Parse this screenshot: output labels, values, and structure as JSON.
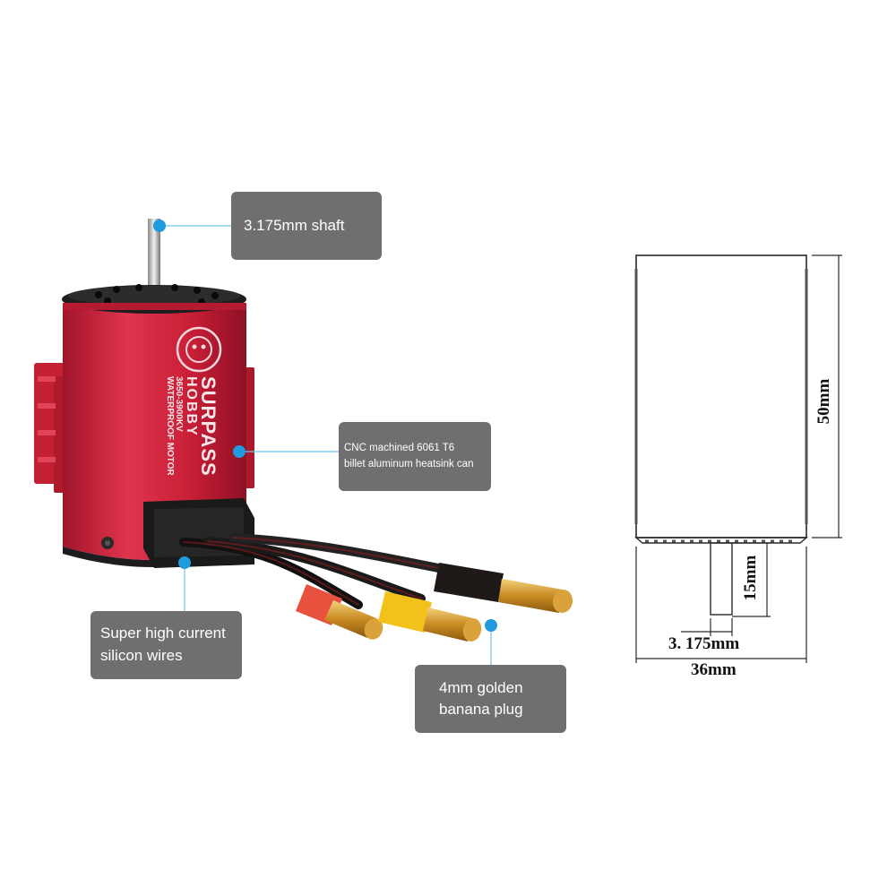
{
  "callouts": {
    "shaft": "3.175mm shaft",
    "can": [
      "CNC machined 6061 T6",
      "billet aluminum heatsink can"
    ],
    "wires": [
      "Super high current",
      "silicon wires"
    ],
    "plug": [
      "4mm golden",
      "banana plug"
    ]
  },
  "motor_label": {
    "brand": "SURPASS",
    "sub_brand": "HOBBY",
    "model": "3650-3900KV",
    "type": "WATERPROOF MOTOR"
  },
  "diagram": {
    "height": "50mm",
    "shaft_length": "15mm",
    "shaft_diameter": "3. 175mm",
    "diameter": "36mm"
  },
  "colors": {
    "can": "#c81e36",
    "callout_bg": "#6f6f6f",
    "callout_dot": "#1e9be0",
    "plug_gold": "#d9a23a",
    "sleeve_red": "#e8513e",
    "sleeve_yellow": "#f2c21a"
  }
}
